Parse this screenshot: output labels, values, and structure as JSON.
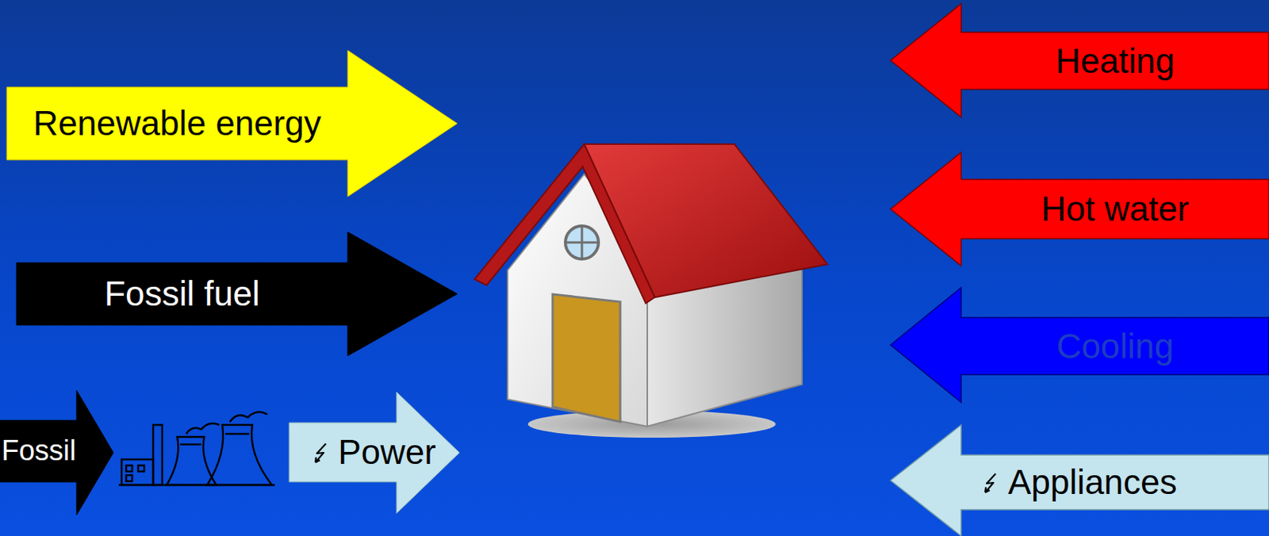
{
  "diagram": {
    "nodes": [
      {
        "text": [
          "Renewable energy"
        ]
      },
      {
        "text": [
          "Fossil fuel"
        ]
      },
      {
        "text": [
          "Fossil"
        ]
      },
      {
        "text": [
          "Power"
        ]
      },
      {
        "text": [
          "Heating"
        ]
      },
      {
        "text": [
          "Hot water"
        ]
      },
      {
        "text": [
          "Cooling"
        ]
      },
      {
        "text": [
          "Appliances"
        ]
      }
    ]
  }
}
